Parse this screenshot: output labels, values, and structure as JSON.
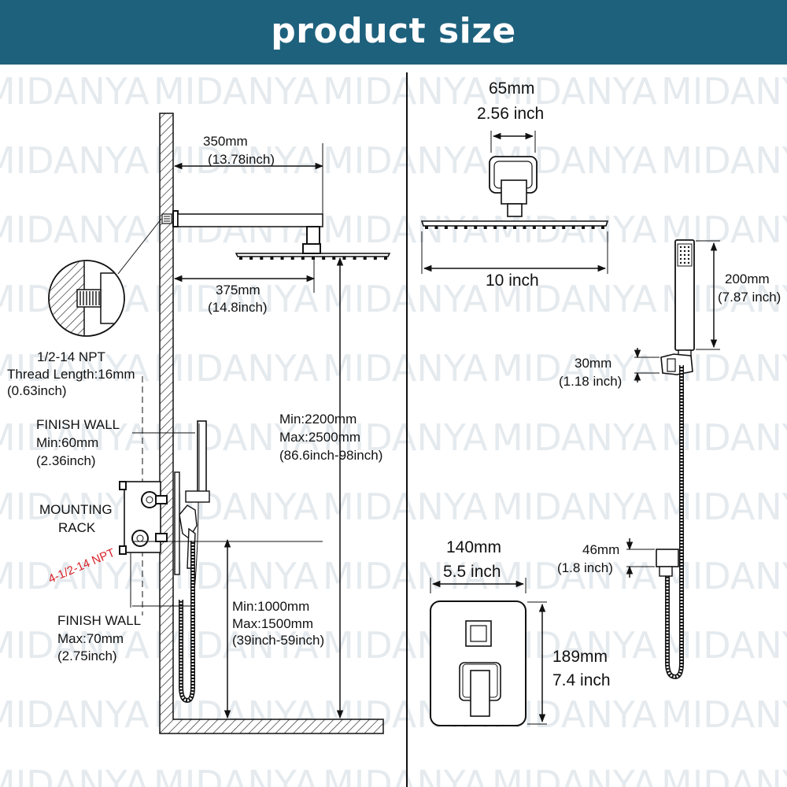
{
  "header": {
    "title": "product size",
    "bg_color": "#1e617d"
  },
  "watermark": {
    "text": "MIDANYA"
  },
  "left": {
    "arm_length": {
      "mm": "350mm",
      "inch": "(13.78inch)"
    },
    "head_offset": {
      "mm": "375mm",
      "inch": "(14.8inch)"
    },
    "thread": {
      "line1": "1/2-14 NPT",
      "line2": "Thread Length:16mm",
      "line3": "(0.63inch)"
    },
    "finish_wall_min": {
      "title": "FINISH WALL",
      "value": "Min:60mm",
      "inch": "(2.36inch)"
    },
    "mounting_rack": {
      "line1": "MOUNTING",
      "line2": "RACK"
    },
    "npt_ports": "4-1/2-14 NPT",
    "finish_wall_max": {
      "title": "FINISH WALL",
      "value": "Max:70mm",
      "inch": "(2.75inch)"
    },
    "head_height": {
      "min": "Min:2200mm",
      "max": "Max:2500mm",
      "inch": "(86.6inch-98inch)"
    },
    "valve_height": {
      "min": "Min:1000mm",
      "max": "Max:1500mm",
      "inch": "(39inch-59inch)"
    }
  },
  "right": {
    "flange": {
      "mm": "65mm",
      "inch": "2.56 inch"
    },
    "head_width": "10 inch",
    "handshower_length": {
      "mm": "200mm",
      "inch": "(7.87 inch)"
    },
    "holder": {
      "mm": "30mm",
      "inch": "(1.18 inch)"
    },
    "elbow": {
      "mm": "46mm",
      "inch": "(1.8 inch)"
    },
    "trim_width": {
      "mm": "140mm",
      "inch": "5.5 inch"
    },
    "trim_height": {
      "mm": "189mm",
      "inch": "7.4 inch"
    }
  }
}
